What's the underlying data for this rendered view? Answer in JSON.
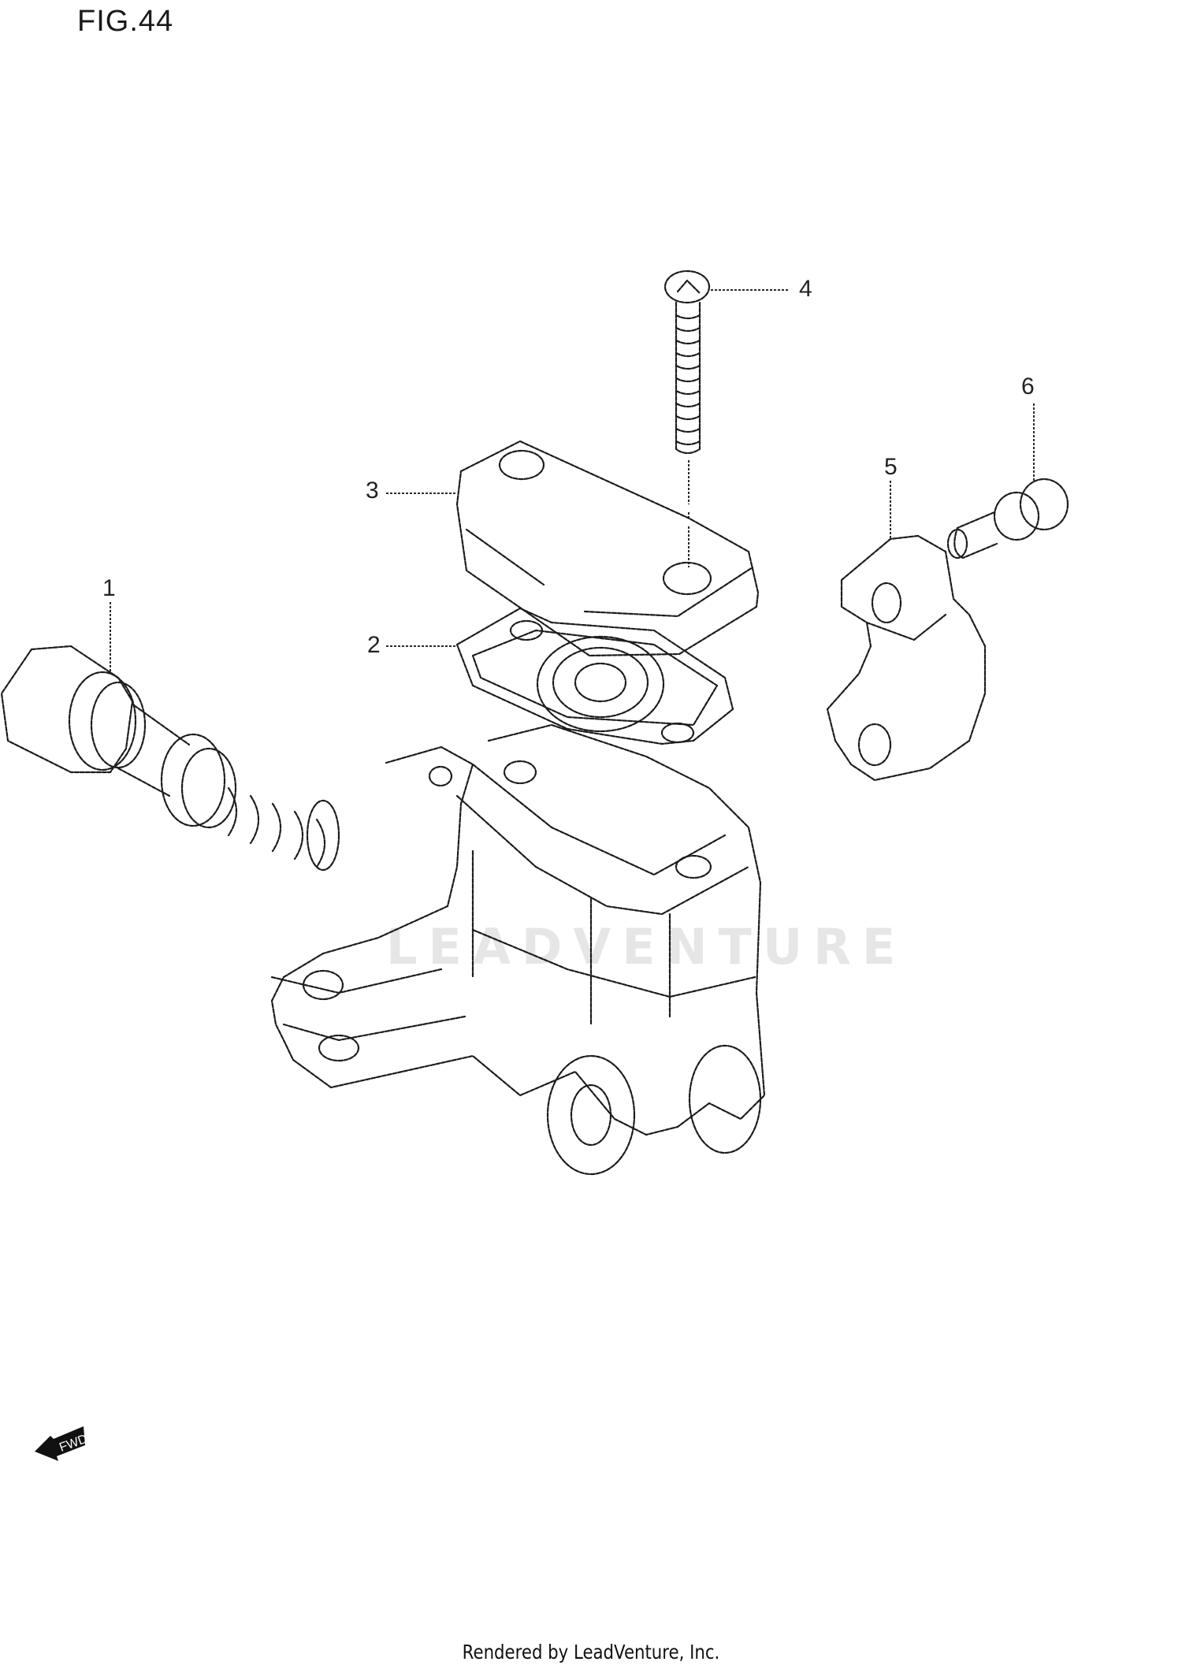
{
  "figure": {
    "title": "FIG.44",
    "watermark": "LEADVENTURE"
  },
  "callouts": [
    {
      "number": "1",
      "part": "piston-spring-assembly"
    },
    {
      "number": "2",
      "part": "diaphragm"
    },
    {
      "number": "3",
      "part": "reservoir-cap"
    },
    {
      "number": "4",
      "part": "cap-screw"
    },
    {
      "number": "5",
      "part": "clamp-bracket"
    },
    {
      "number": "6",
      "part": "clamp-bolt"
    }
  ],
  "direction_indicator": {
    "label": "FWD"
  },
  "footer": {
    "text": "Rendered by LeadVenture, Inc."
  }
}
